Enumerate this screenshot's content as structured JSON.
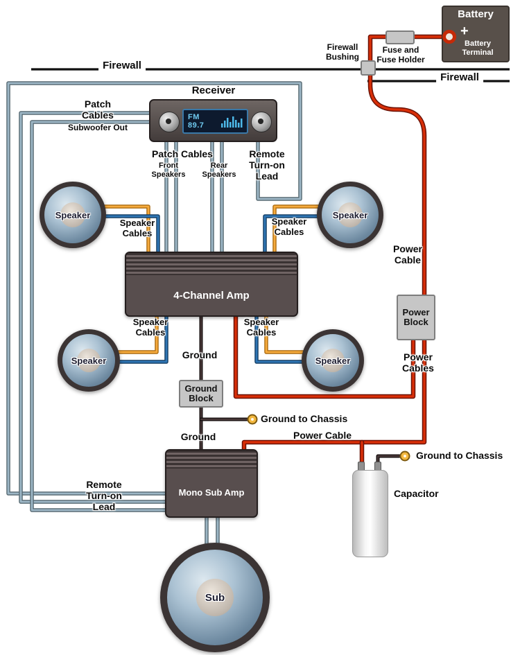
{
  "labels": {
    "firewall_left": "Firewall",
    "firewall_right": "Firewall",
    "firewall_bushing": "Firewall\nBushing",
    "fuse_holder": "Fuse and\nFuse Holder",
    "battery_title": "Battery",
    "battery_plus": "+",
    "battery_terminal": "Battery\nTerminal",
    "receiver_title": "Receiver",
    "receiver_display": "FM 89.7",
    "patch_cables_left": "Patch\nCables",
    "subwoofer_out": "Subwoofer Out",
    "patch_cables_mid": "Patch Cables",
    "front_speakers": "Front\nSpeakers",
    "rear_speakers": "Rear\nSpeakers",
    "remote_lead_top": "Remote\nTurn-on\nLead",
    "remote_lead_bottom": "Remote\nTurn-on\nLead",
    "speaker_tl": "Speaker",
    "speaker_tr": "Speaker",
    "speaker_bl": "Speaker",
    "speaker_br": "Speaker",
    "speaker_cables_tl": "Speaker\nCables",
    "speaker_cables_tr": "Speaker\nCables",
    "speaker_cables_bl": "Speaker\nCables",
    "speaker_cables_br": "Speaker\nCables",
    "four_channel_amp": "4-Channel Amp",
    "power_cable_right": "Power\nCable",
    "power_block": "Power\nBlock",
    "power_cables": "Power\nCables",
    "ground_top": "Ground",
    "ground_block": "Ground\nBlock",
    "ground_to_chassis_1": "Ground to Chassis",
    "ground_bottom": "Ground",
    "power_cable_mid": "Power Cable",
    "ground_to_chassis_2": "Ground to Chassis",
    "mono_sub_amp": "Mono Sub Amp",
    "capacitor": "Capacitor",
    "sub": "Sub"
  },
  "colors": {
    "power_cable": "#d92f08",
    "ground_wire": "#3a2d2d",
    "speaker_wire_orange": "#f6ab3e",
    "speaker_wire_blue": "#2f76b5",
    "patch_cable": "#9db7c6",
    "firewall_line": "#101010",
    "amp_body": "#584e4e",
    "battery_body": "#58504a",
    "block_fill": "#c6c6c6",
    "display_text": "#6fc9ef",
    "terminal_gold": "#f3b83f"
  }
}
